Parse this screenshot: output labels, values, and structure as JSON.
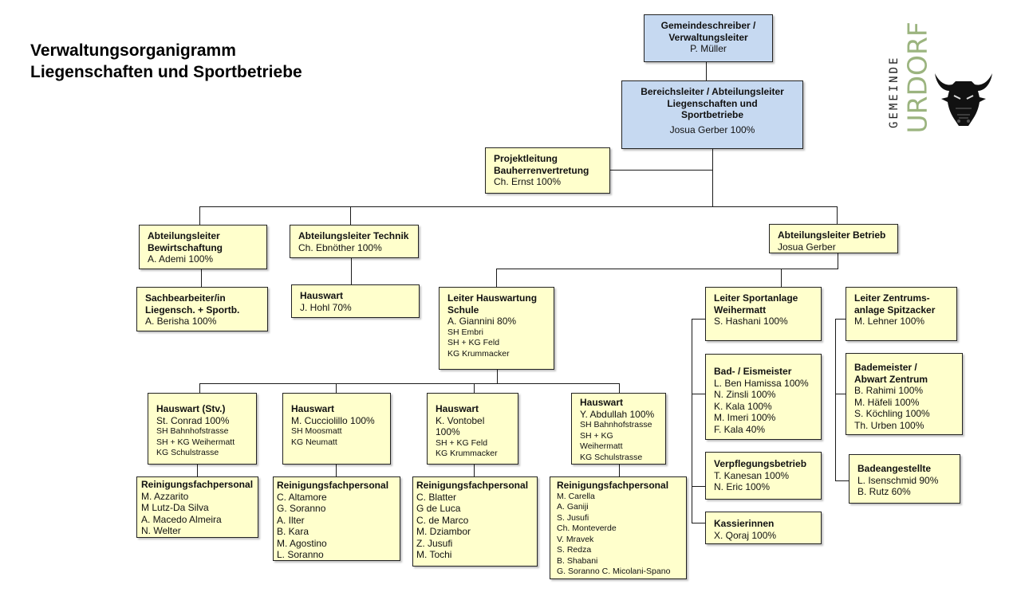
{
  "title": {
    "line1": "Verwaltungsorganigramm",
    "line2": "Liegenschaften und Sportbetriebe"
  },
  "logo": {
    "word_small": "GEMEINDE",
    "word_large": "URDORF",
    "emblem": "bull-head-icon",
    "accent_color": "#9bb47f"
  },
  "colors": {
    "leadership_box": "#c6d9f1",
    "unit_box": "#ffffcc",
    "line": "#1a1a1a"
  },
  "nodes": {
    "gemeindeschreiber": {
      "title1": "Gemeindeschreiber /",
      "title2": "Verwaltungsleiter",
      "person": "P. Müller"
    },
    "bereichsleiter": {
      "title1": "Bereichsleiter / Abteilungsleiter",
      "title2": "Liegenschaften und",
      "title3": "Sportbetriebe",
      "person": "Josua Gerber 100%"
    },
    "projektleitung": {
      "title1": "Projektleitung",
      "title2": "Bauherrenvertretung",
      "person": "Ch. Ernst 100%"
    },
    "bewirtschaftung": {
      "title1": "Abteilungsleiter",
      "title2": "Bewirtschaftung",
      "person": "A. Ademi 100%"
    },
    "technik": {
      "title1": "Abteilungsleiter Technik",
      "person": "Ch. Ebnöther 100%"
    },
    "betrieb": {
      "title1": "Abteilungsleiter Betrieb",
      "person": "Josua Gerber"
    },
    "sachbearbeiter": {
      "title1": "Sachbearbeiter/in",
      "title2": "Liegensch. + Sportb.",
      "person": "A. Berisha 100%"
    },
    "hauswart_technik": {
      "title1": "Hauswart",
      "person": "J. Hohl 70%"
    },
    "leiter_hauswartung": {
      "title1": "Leiter Hauswartung",
      "title2": "Schule",
      "person": "A. Giannini 80%",
      "sites": [
        "SH Embri",
        "SH + KG Feld",
        "KG Krummacker"
      ]
    },
    "hauswart_stv": {
      "title1": "Hauswart (Stv.)",
      "person": "St. Conrad 100%",
      "sites": [
        "SH Bahnhofstrasse",
        "SH + KG Weihermatt",
        "KG Schulstrasse"
      ]
    },
    "hauswart_2": {
      "title1": "Hauswart",
      "person": "M. Cucciolillo 100%",
      "sites": [
        "SH Moosmatt",
        "KG Neumatt"
      ]
    },
    "hauswart_3": {
      "title1": "Hauswart",
      "person": "K. Vontobel 100%",
      "sites": [
        "SH + KG Feld",
        "KG Krummacker"
      ]
    },
    "hauswart_4": {
      "title1": "Hauswart",
      "person": "Y. Abdullah 100%",
      "sites": [
        "SH Bahnhofstrasse",
        "SH + KG",
        "Weihermatt",
        "KG Schulstrasse"
      ]
    },
    "reinigung_1": {
      "title1": "Reinigungsfachpersonal",
      "members": [
        "M. Azzarito",
        "M Lutz-Da Silva",
        "A. Macedo Almeira",
        "N. Welter"
      ]
    },
    "reinigung_2": {
      "title1": "Reinigungsfachpersonal",
      "members": [
        "C. Altamore",
        "G. Soranno",
        "A. Ilter",
        "B. Kara",
        "M. Agostino",
        "L. Soranno"
      ]
    },
    "reinigung_3": {
      "title1": "Reinigungsfachpersonal",
      "members": [
        "C. Blatter",
        "G de Luca",
        "C. de Marco",
        "M. Dziambor",
        "Z. Jusufi",
        "M. Tochi"
      ]
    },
    "reinigung_4": {
      "title1": "Reinigungsfachpersonal",
      "members": [
        "M. Carella",
        "A. Ganiji",
        "S. Jusufi",
        "Ch. Monteverde",
        "V. Mravek",
        "S. Redza",
        "B. Shabani",
        "G. Soranno C. Micolani-Spano"
      ]
    },
    "sportanlage": {
      "title1": "Leiter Sportanlage",
      "title2": "Weihermatt",
      "person": "S. Hashani 100%"
    },
    "zentrumsanlage": {
      "title1": "Leiter Zentrums-",
      "title2": "anlage Spitzacker",
      "person": "M. Lehner 100%"
    },
    "bad_eismeister": {
      "title1": "Bad- / Eismeister",
      "members": [
        "L. Ben Hamissa 100%",
        "N. Zinsli 100%",
        "K. Kala 100%",
        "M. Imeri 100%",
        "F. Kala 40%"
      ]
    },
    "verpflegung": {
      "title1": "Verpflegungsbetrieb",
      "members": [
        "T. Kanesan 100%",
        "N. Eric 100%"
      ]
    },
    "kassierinnen": {
      "title1": "Kassierinnen",
      "members": [
        "X. Qoraj 100%"
      ]
    },
    "bademeister": {
      "title1": "Bademeister /",
      "title2": "Abwart Zentrum",
      "members": [
        "B. Rahimi 100%",
        "M. Häfeli 100%",
        "S. Köchling 100%",
        "Th. Urben 100%"
      ]
    },
    "badeangestellte": {
      "title1": "Badeangestellte",
      "members": [
        "L. Isenschmid 90%",
        "B. Rutz 60%"
      ]
    }
  }
}
